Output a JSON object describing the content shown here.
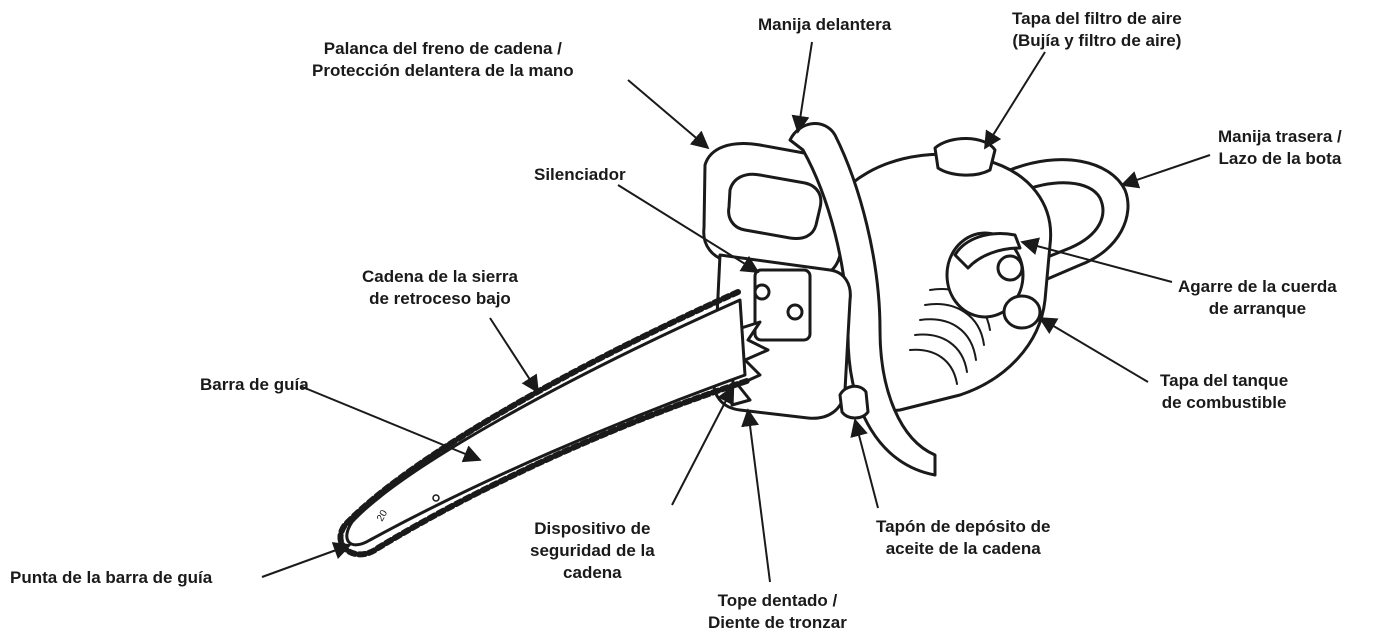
{
  "labels": {
    "manija_delantera": [
      "Manija delantera"
    ],
    "tapa_filtro": [
      "Tapa del filtro de aire",
      "(Bujía y filtro de aire)"
    ],
    "palanca_freno": [
      "Palanca del freno de cadena /",
      "Protección delantera de la mano"
    ],
    "manija_trasera": [
      "Manija trasera /",
      "Lazo de la bota"
    ],
    "silenciador": [
      "Silenciador"
    ],
    "cadena": [
      "Cadena de la sierra",
      "de retroceso bajo"
    ],
    "agarre": [
      "Agarre de la cuerda",
      "de arranque"
    ],
    "barra": [
      "Barra de guía"
    ],
    "tapa_tanque": [
      "Tapa del tanque",
      "de combustible"
    ],
    "dispositivo": [
      "Dispositivo de",
      "seguridad de la",
      "cadena"
    ],
    "tapon": [
      "Tapón de depósito de",
      "aceite de la cadena"
    ],
    "punta": [
      "Punta de la barra de guía"
    ],
    "tope": [
      "Tope dentado /",
      "Diente de tronzar"
    ]
  },
  "bar_marking": "20",
  "colors": {
    "text": "#1a1a1a",
    "line": "#1a1a1a",
    "fill": "#ffffff",
    "shade": "#d9d9d9"
  }
}
